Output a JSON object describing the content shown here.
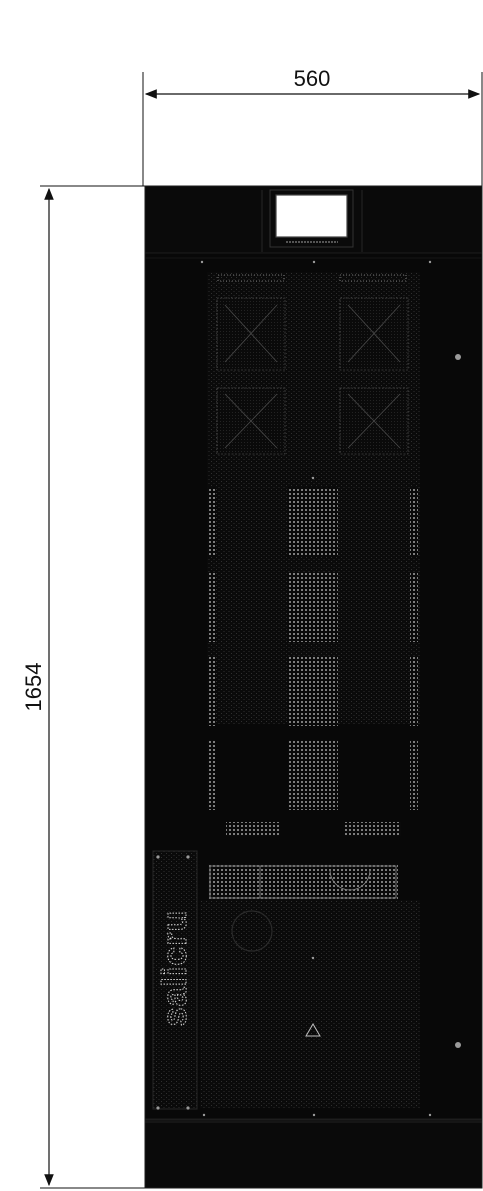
{
  "dimensions": {
    "width": "560",
    "height": "1654"
  },
  "cabinet": {
    "logo": "salicru",
    "colors": {
      "body": "#080808",
      "trim": "#1a1a1a",
      "perforation": "#cfcfcf",
      "dimension_line": "#111111",
      "display": "#ffffff"
    }
  }
}
